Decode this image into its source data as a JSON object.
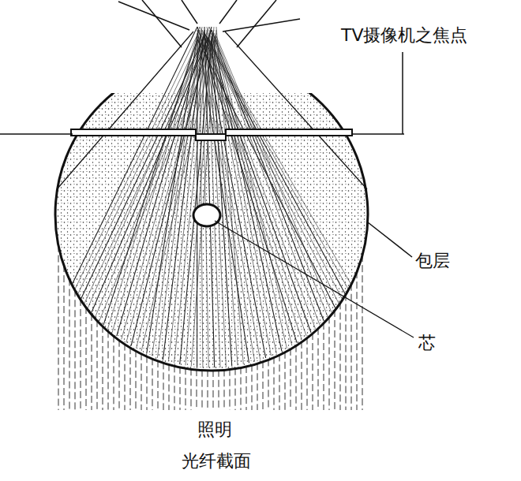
{
  "diagram": {
    "caption": "光纤截面",
    "labels": [
      "TV摄像机之焦点",
      "包层",
      "芯",
      "照明"
    ]
  }
}
